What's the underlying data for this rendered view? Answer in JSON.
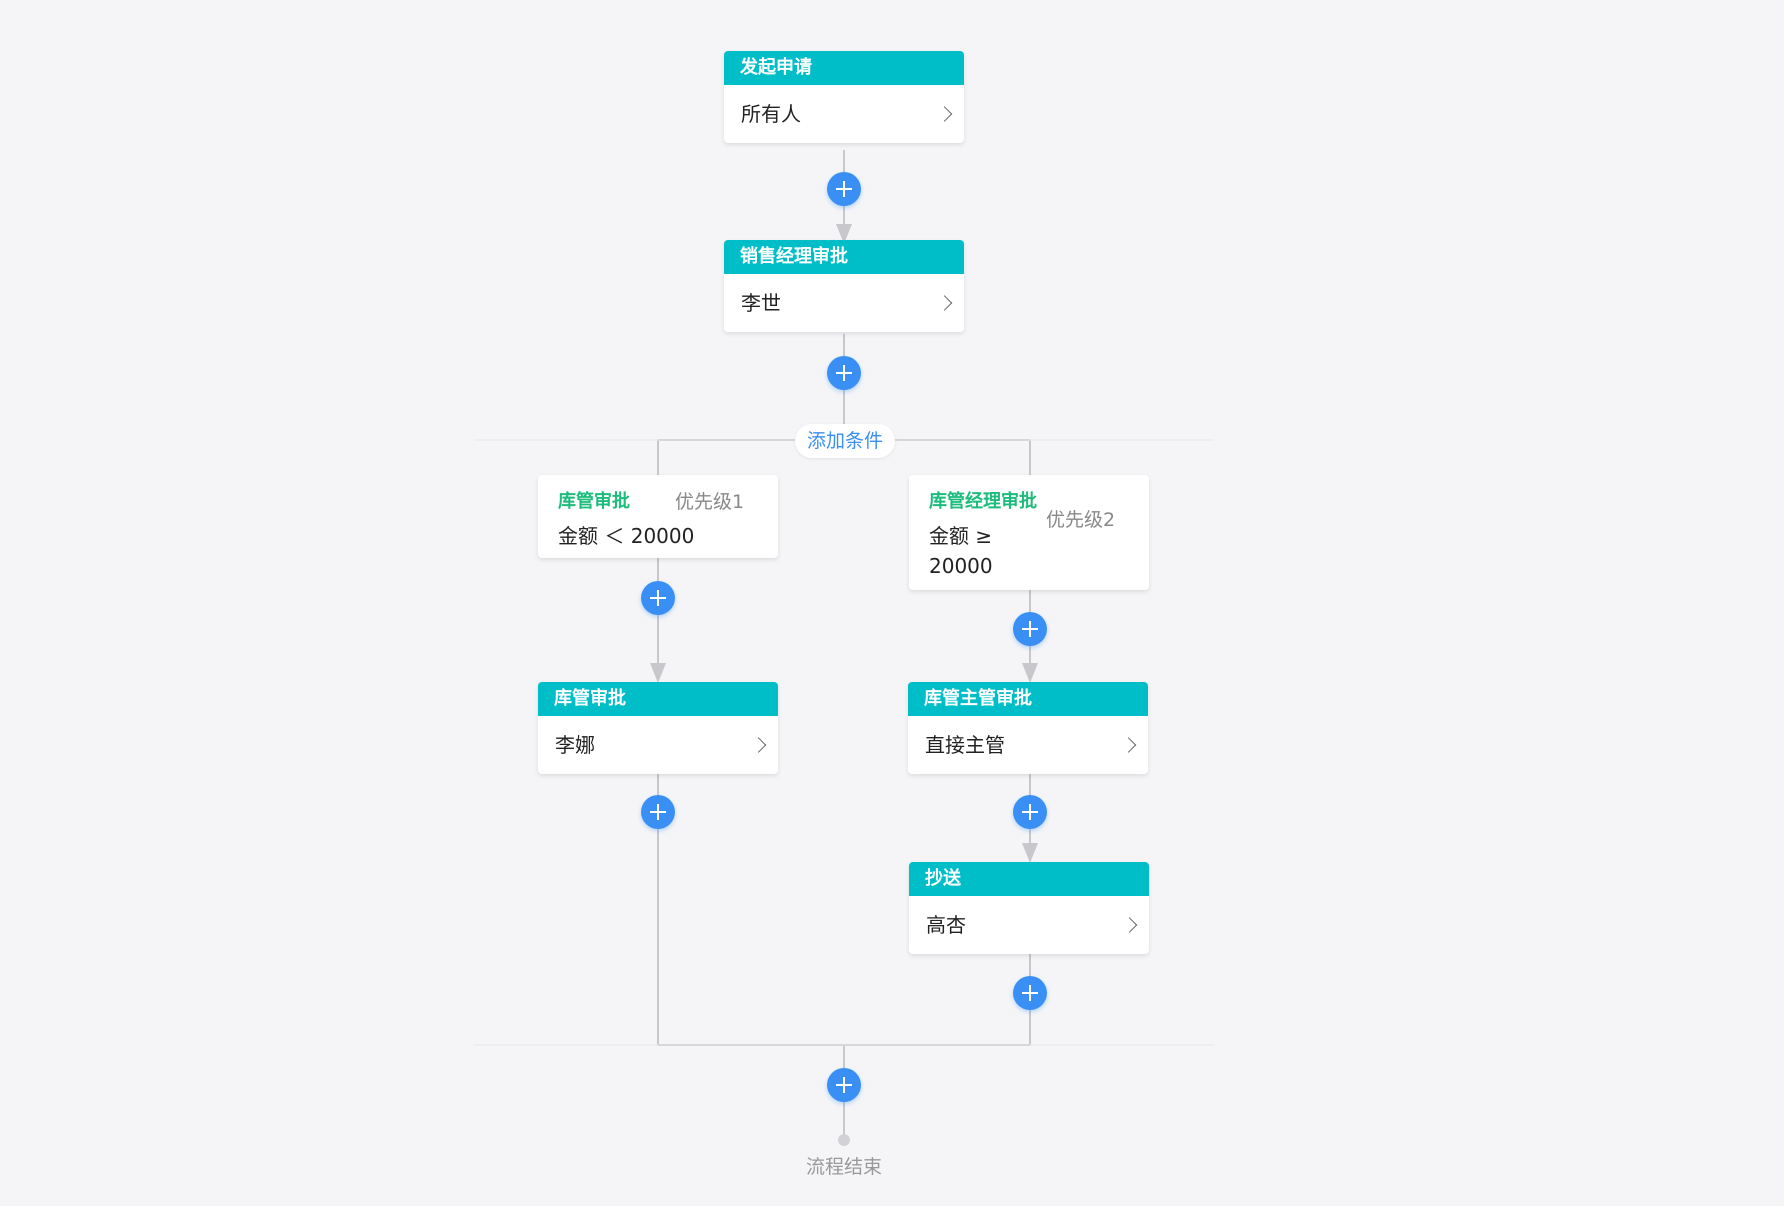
{
  "start": {
    "title": "发起申请",
    "value": "所有人"
  },
  "sales_approval": {
    "title": "销售经理审批",
    "value": "李世"
  },
  "add_condition_label": "添加条件",
  "branch_left": {
    "condition_title": "库管审批",
    "priority": "优先级1",
    "expression": "金额 ＜ 20000",
    "approval": {
      "title": "库管审批",
      "value": "李娜"
    }
  },
  "branch_right": {
    "condition_title": "库管经理审批",
    "priority": "优先级2",
    "expression_line1": "金额 ≥",
    "expression_line2": "20000",
    "approval": {
      "title": "库管主管审批",
      "value": "直接主管"
    },
    "cc": {
      "title": "抄送",
      "value": "高杏"
    }
  },
  "end_label": "流程结束",
  "colors": {
    "node_header": "#00bec8",
    "condition_title": "#1dbc7c",
    "add_button": "#3a8ff5",
    "connector": "#c8c8cc",
    "background": "#f5f5f7"
  },
  "icons": {
    "add": "plus-circle-icon",
    "chevron": "chevron-right-icon"
  }
}
